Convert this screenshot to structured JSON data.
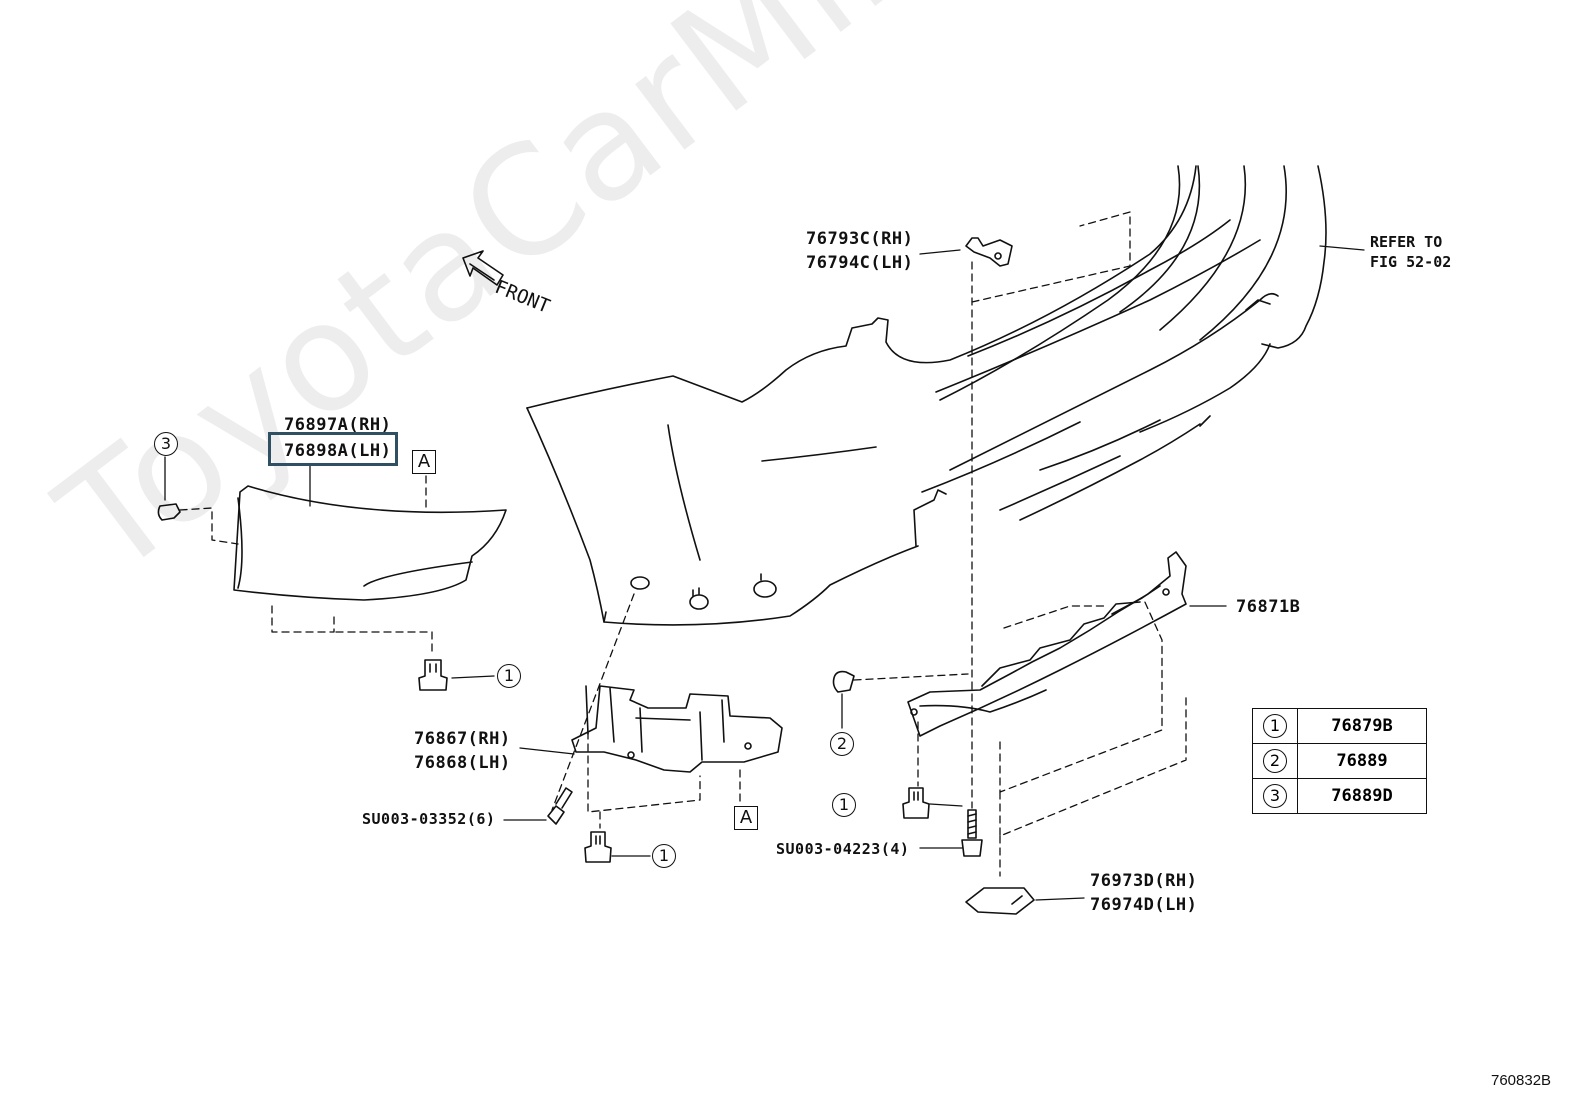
{
  "watermark": "ToyotaCarMiner.ru",
  "figure_id": "760832B",
  "front_label": "FRONT",
  "refer": {
    "line1": "REFER TO",
    "line2": "FIG 52-02"
  },
  "section_mark": "A",
  "callouts": {
    "c1": "1",
    "c2": "2",
    "c3": "3"
  },
  "parts": {
    "p76793c": "76793C(RH)",
    "p76794c": "76794C(LH)",
    "p76897a": "76897A(RH)",
    "p76898a": "76898A(LH)",
    "p76871b": "76871B",
    "p76867": "76867(RH)",
    "p76868": "76868(LH)",
    "su03352": "SU003-03352(6)",
    "su04223": "SU003-04223(4)",
    "p76973d": "76973D(RH)",
    "p76974d": "76974D(LH)"
  },
  "legend": [
    {
      "num": "1",
      "part": "76879B"
    },
    {
      "num": "2",
      "part": "76889"
    },
    {
      "num": "3",
      "part": "76889D"
    }
  ]
}
